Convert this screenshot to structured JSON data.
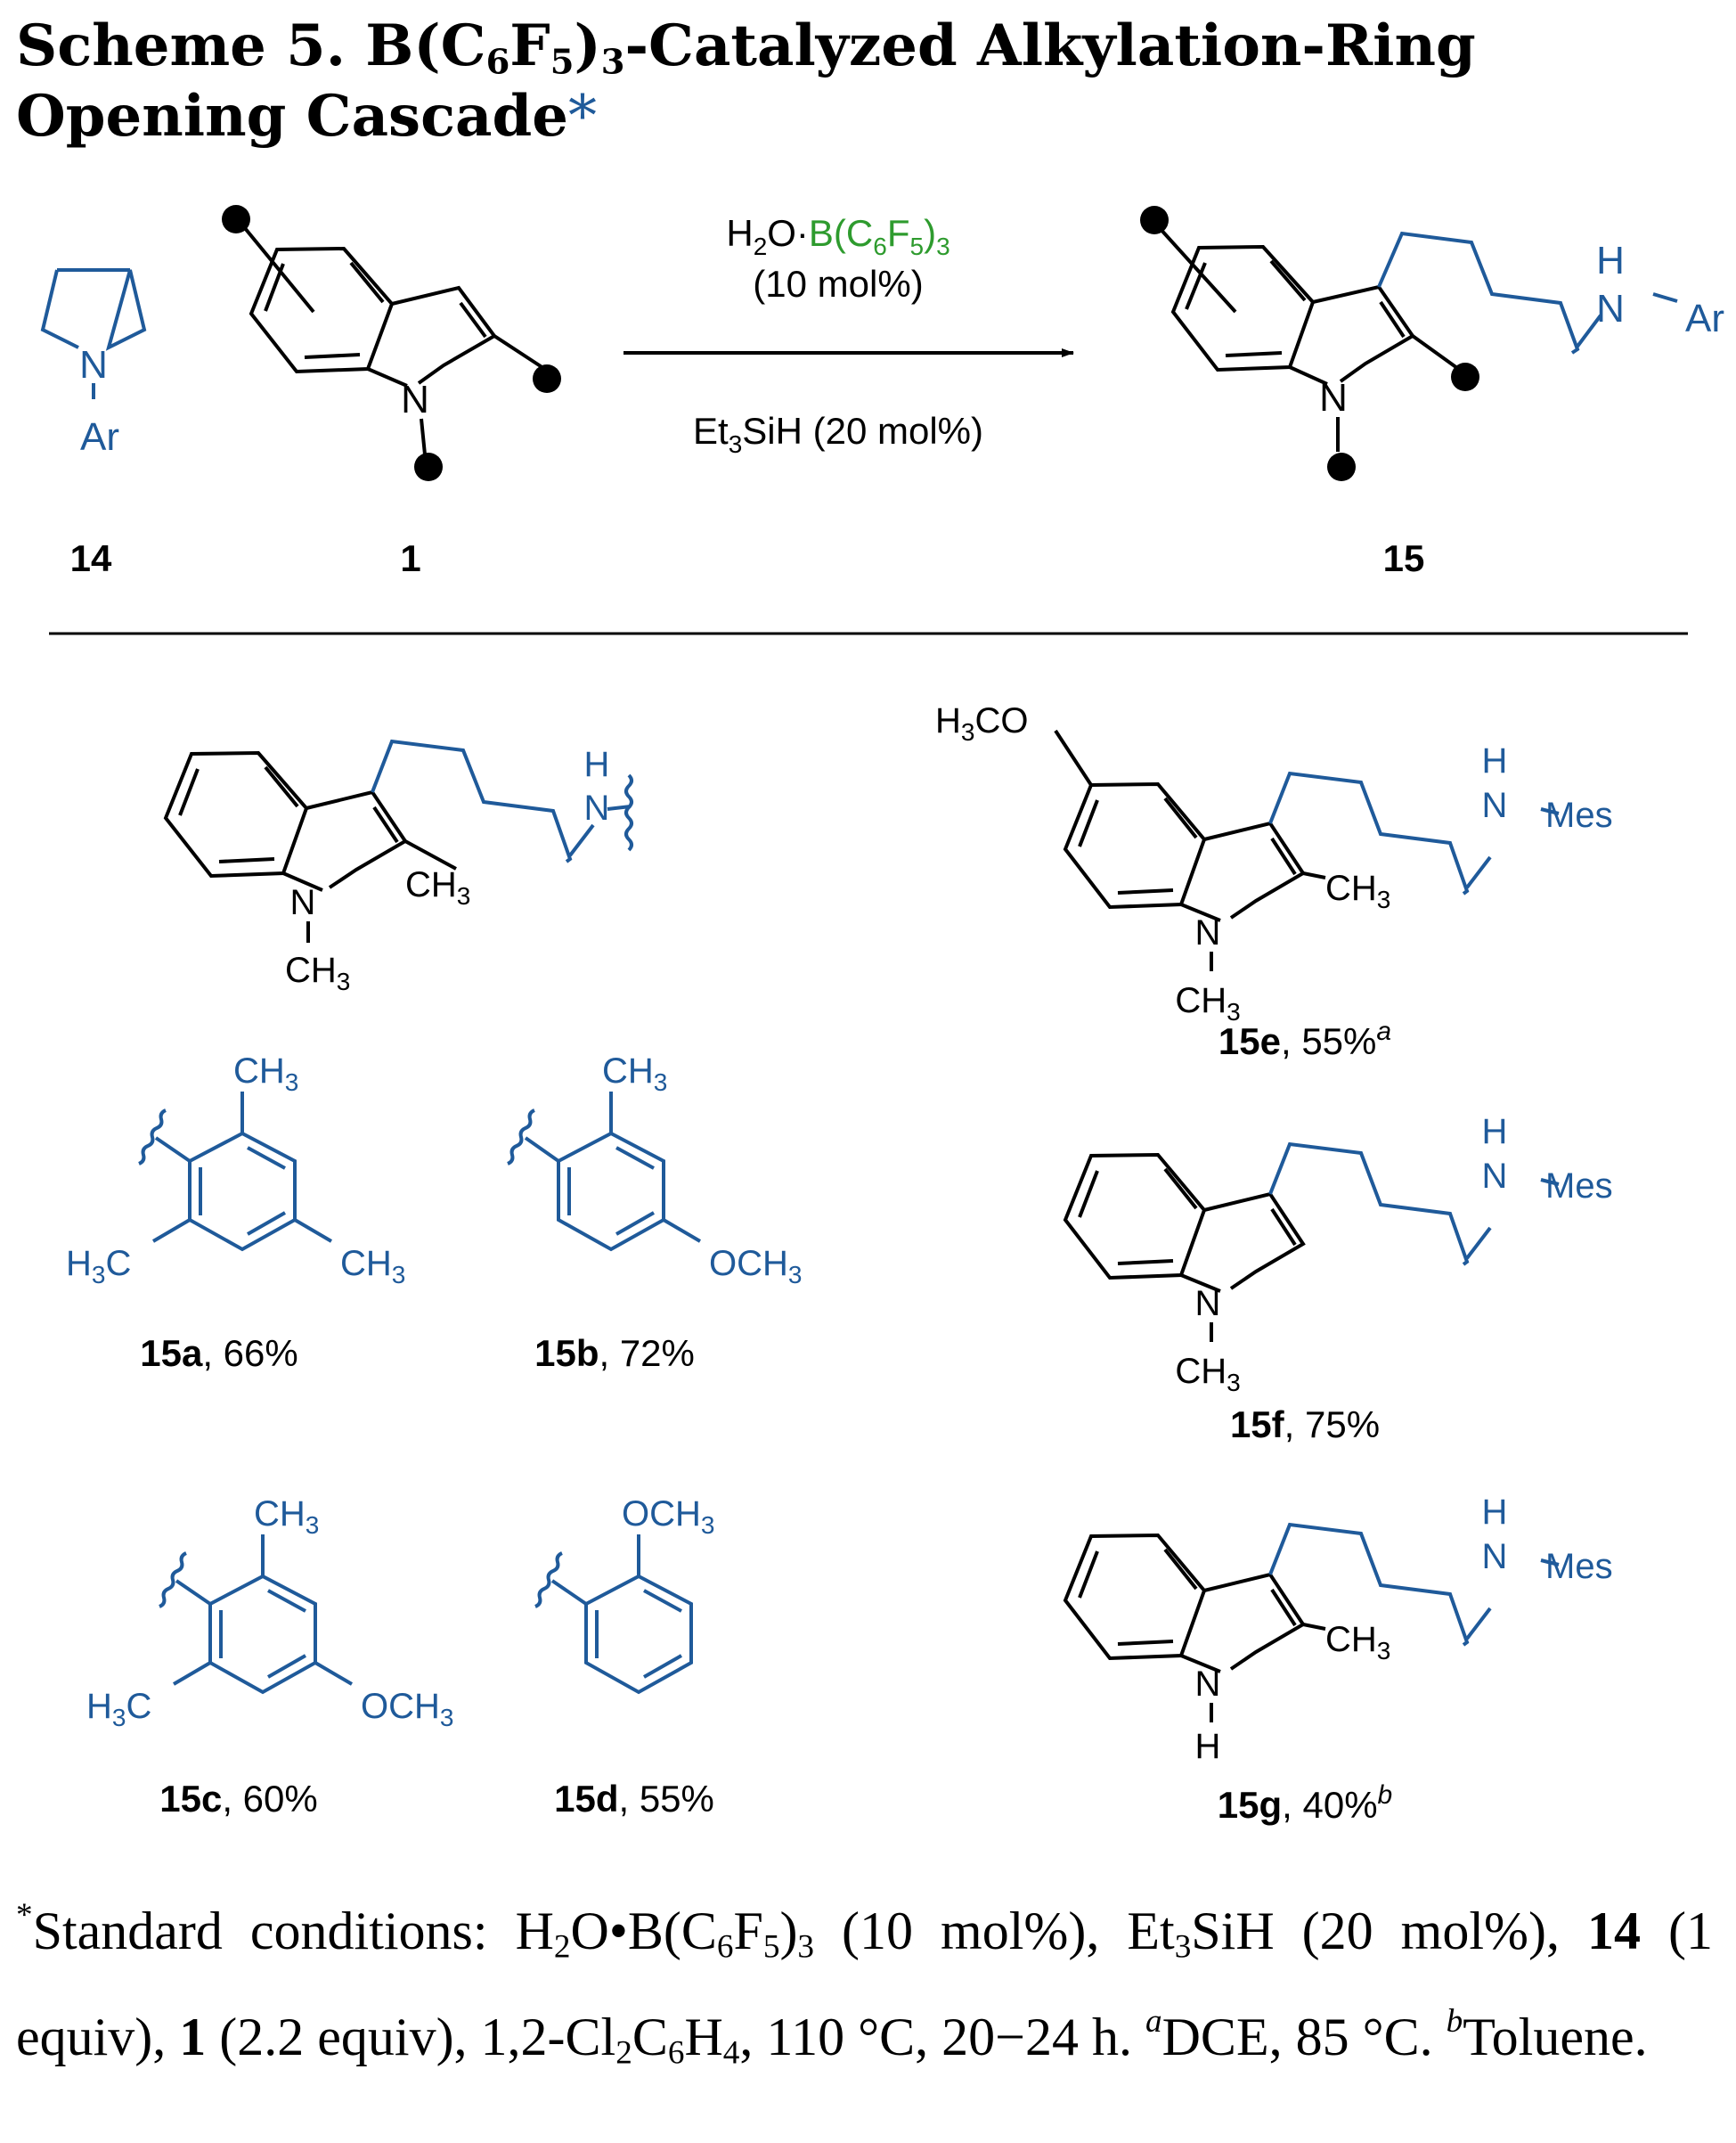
{
  "title": {
    "scheme_no": "Scheme 5.",
    "text_after_b": "-Catalyzed Alkylation-Ring Opening Cascade",
    "asterisk": "*"
  },
  "colors": {
    "structure": "#1f5a9a",
    "catalyst": "#2e9b2e",
    "text": "#000000"
  },
  "reaction": {
    "reagent_labels": [
      "14",
      "1"
    ],
    "product_label": "15",
    "catalyst_formula": "H2O·B(C6F5)3",
    "catalyst_loading": "(10 mol%)",
    "reductant": "Et3SiH (20 mol%)",
    "ar": "Ar"
  },
  "products": [
    {
      "id": "15a",
      "yield": "66%"
    },
    {
      "id": "15b",
      "yield": "72%"
    },
    {
      "id": "15c",
      "yield": "60%"
    },
    {
      "id": "15d",
      "yield": "55%"
    },
    {
      "id": "15e",
      "yield": "55%",
      "note": "a"
    },
    {
      "id": "15f",
      "yield": "75%"
    },
    {
      "id": "15g",
      "yield": "40%",
      "note": "b"
    }
  ],
  "atoms": {
    "ch3": "CH3",
    "h3c": "H3C",
    "och3": "OCH3",
    "h3co": "H3CO",
    "mes": "Mes",
    "n": "N",
    "h": "H"
  },
  "footnote": {
    "lead": "Standard conditions:",
    "a_text": "DCE, 85 °C.",
    "b_text": "Toluene."
  }
}
